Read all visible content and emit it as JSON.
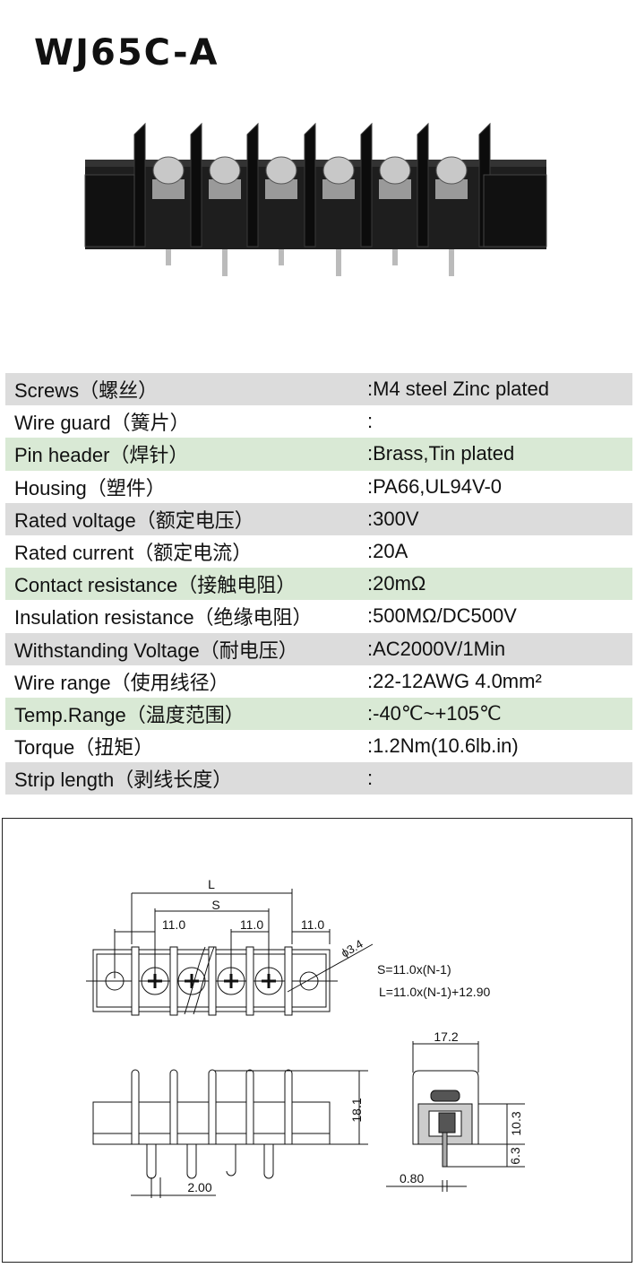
{
  "title": "WJ65C-A",
  "specs": [
    {
      "label": "Screws（螺丝）",
      "value": ":M4 steel Zinc plated",
      "bg": "grey"
    },
    {
      "label": "Wire guard（簧片）",
      "value": ":",
      "bg": "white"
    },
    {
      "label": "Pin header（焊针）",
      "value": ":Brass,Tin plated",
      "bg": "green"
    },
    {
      "label": "Housing（塑件）",
      "value": ":PA66,UL94V-0",
      "bg": "white"
    },
    {
      "label": "Rated voltage（额定电压）",
      "value": ":300V",
      "bg": "grey"
    },
    {
      "label": "Rated current（额定电流）",
      "value": ":20A",
      "bg": "white"
    },
    {
      "label": "Contact resistance（接触电阻）",
      "value": ":20mΩ",
      "bg": "green"
    },
    {
      "label": "Insulation resistance（绝缘电阻）",
      "value": ":500MΩ/DC500V",
      "bg": "white"
    },
    {
      "label": "Withstanding Voltage（耐电压）",
      "value": ":AC2000V/1Min",
      "bg": "grey"
    },
    {
      "label": "Wire range（使用线径）",
      "value": ":22-12AWG 4.0mm²",
      "bg": "white"
    },
    {
      "label": "Temp.Range（温度范围）",
      "value": ":-40℃~+105℃",
      "bg": "green"
    },
    {
      "label": "Torque（扭矩）",
      "value": ":1.2Nm(10.6lb.in)",
      "bg": "white"
    },
    {
      "label": "Strip length（剥线长度）",
      "value": ":",
      "bg": "grey"
    }
  ],
  "drawing": {
    "L": "L",
    "S": "S",
    "pitch1": "11.0",
    "pitch2": "11.0",
    "pitch3": "11.0",
    "hole": "ϕ3.4",
    "formula_s": "S=11.0x(N-1)",
    "formula_l": "L=11.0x(N-1)+12.90",
    "height": "18.1",
    "pin_pitch": "2.00",
    "width": "17.2",
    "body_h": "10.3",
    "pin_len": "6.3",
    "pin_thk": "0.80"
  }
}
